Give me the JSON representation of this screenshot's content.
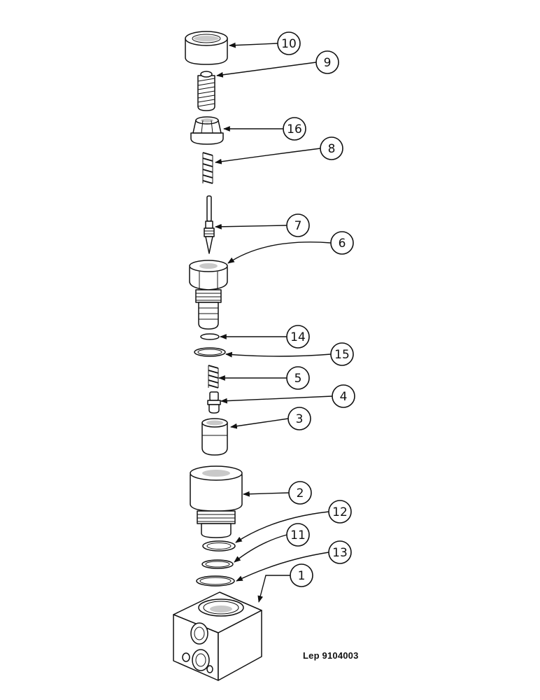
{
  "diagram": {
    "document_reference": "Lep 9104003",
    "callouts": [
      {
        "number": "10"
      },
      {
        "number": "9"
      },
      {
        "number": "16"
      },
      {
        "number": "8"
      },
      {
        "number": "7"
      },
      {
        "number": "6"
      },
      {
        "number": "14"
      },
      {
        "number": "15"
      },
      {
        "number": "5"
      },
      {
        "number": "4"
      },
      {
        "number": "3"
      },
      {
        "number": "2"
      },
      {
        "number": "12"
      },
      {
        "number": "11"
      },
      {
        "number": "13"
      },
      {
        "number": "1"
      }
    ]
  }
}
